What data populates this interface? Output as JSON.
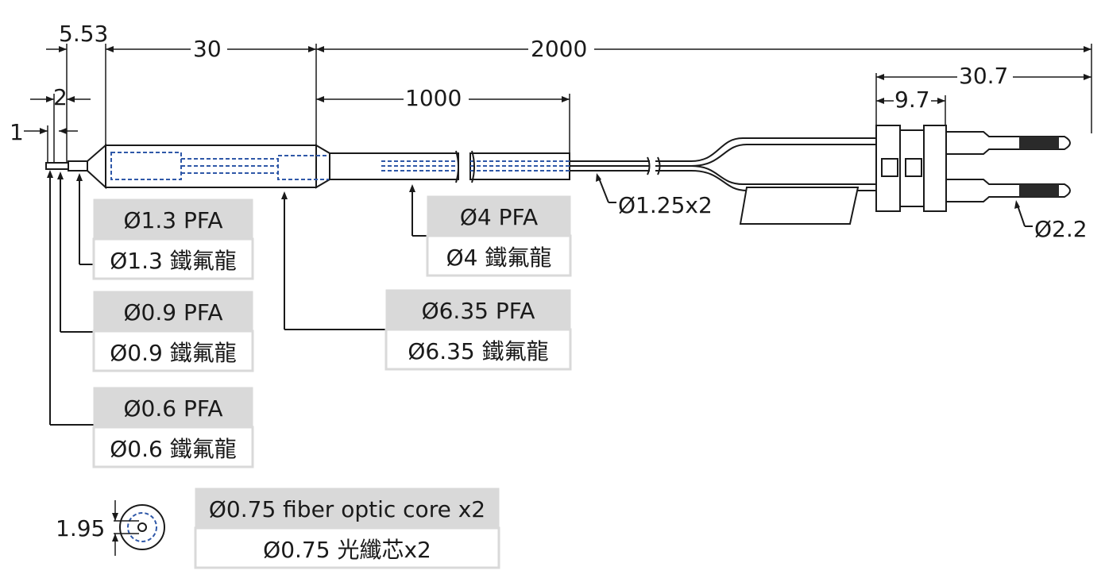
{
  "dimensions": {
    "d1": "1",
    "d2": "2",
    "d553": "5.53",
    "d30": "30",
    "d2000": "2000",
    "d1000": "1000",
    "d307": "30.7",
    "d97": "9.7",
    "d195": "1.95",
    "d125": "Ø1.25x2",
    "d22": "Ø2.2"
  },
  "labels": {
    "l13_top": "Ø1.3 PFA",
    "l13_bot": "Ø1.3 鐵氟龍",
    "l09_top": "Ø0.9 PFA",
    "l09_bot": "Ø0.9 鐵氟龍",
    "l06_top": "Ø0.6 PFA",
    "l06_bot": "Ø0.6 鐵氟龍",
    "l4_top": "Ø4 PFA",
    "l4_bot": "Ø4 鐵氟龍",
    "l635_top": "Ø6.35 PFA",
    "l635_bot": "Ø6.35 鐵氟龍",
    "core_top": "Ø0.75 fiber optic core x2",
    "core_bot": "Ø0.75 光纖芯x2"
  },
  "colors": {
    "line": "#1a1a1a",
    "hidden": "#2f58a8",
    "label_box": "#d9d9d9"
  }
}
